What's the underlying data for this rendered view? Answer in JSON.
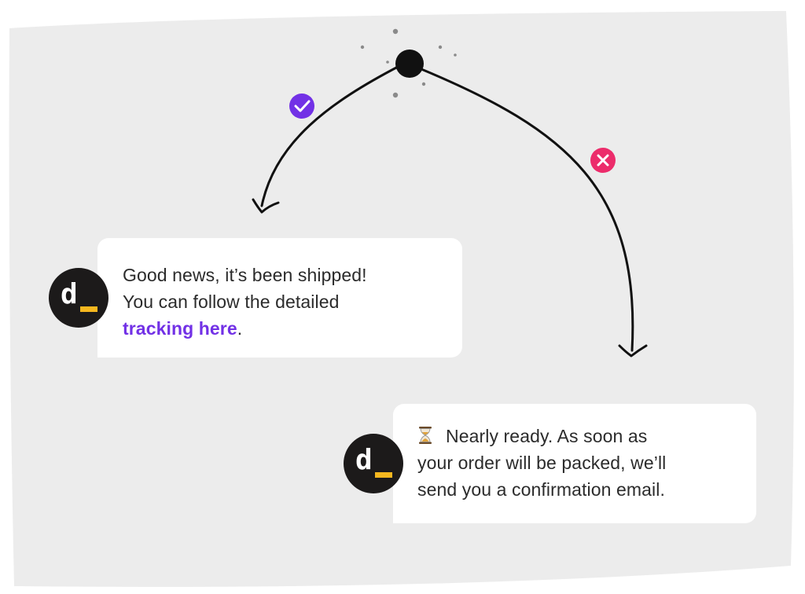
{
  "colors": {
    "panel": "#ececec",
    "line": "#111111",
    "success": "#7231e6",
    "failure": "#ec2c6b",
    "avatar_bg": "#1c1a1a",
    "avatar_accent": "#f6b71f",
    "link": "#7231e6"
  },
  "icons": {
    "start": "start-node-icon",
    "success": "checkmark-icon",
    "failure": "cross-icon",
    "pending": "hourglass-icon"
  },
  "avatar": {
    "letter": "d"
  },
  "messages": {
    "shipped": {
      "line1": "Good news, it’s been shipped!",
      "line2": "You can follow the detailed",
      "link_text": "tracking here",
      "after_link": "."
    },
    "pending": {
      "line1": "Nearly ready. As soon as",
      "line2": "your order will be packed, we’ll",
      "line3": "send you a confirmation email."
    }
  }
}
